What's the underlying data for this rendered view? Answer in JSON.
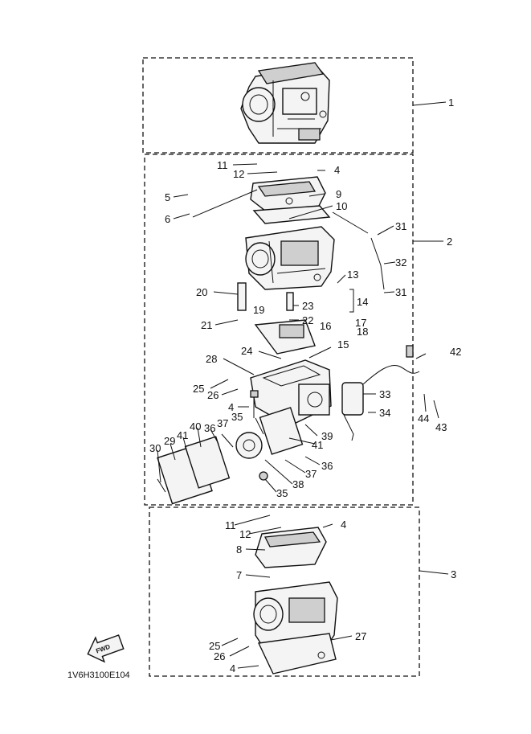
{
  "drawing_code": "1V6H3100E104",
  "fwd_label": "FWD",
  "callouts": {
    "c1": "1",
    "c2": "2",
    "c3": "3",
    "c4a": "4",
    "c4b": "4",
    "c4c": "4",
    "c4d": "4",
    "c5": "5",
    "c6": "6",
    "c7": "7",
    "c8": "8",
    "c9": "9",
    "c10": "10",
    "c11a": "11",
    "c11b": "11",
    "c12a": "12",
    "c12b": "12",
    "c13": "13",
    "c14": "14",
    "c15": "15",
    "c16": "16",
    "c17": "17",
    "c18": "18",
    "c19": "19",
    "c20": "20",
    "c21": "21",
    "c22": "22",
    "c23": "23",
    "c24": "24",
    "c25a": "25",
    "c25b": "25",
    "c26a": "26",
    "c26b": "26",
    "c27": "27",
    "c28": "28",
    "c29": "29",
    "c30": "30",
    "c31a": "31",
    "c31b": "31",
    "c32": "32",
    "c33": "33",
    "c34": "34",
    "c35a": "35",
    "c35b": "35",
    "c36a": "36",
    "c36b": "36",
    "c37a": "37",
    "c37b": "37",
    "c38": "38",
    "c39": "39",
    "c40": "40",
    "c41a": "41",
    "c41b": "41",
    "c42": "42",
    "c43": "43",
    "c44": "44"
  }
}
